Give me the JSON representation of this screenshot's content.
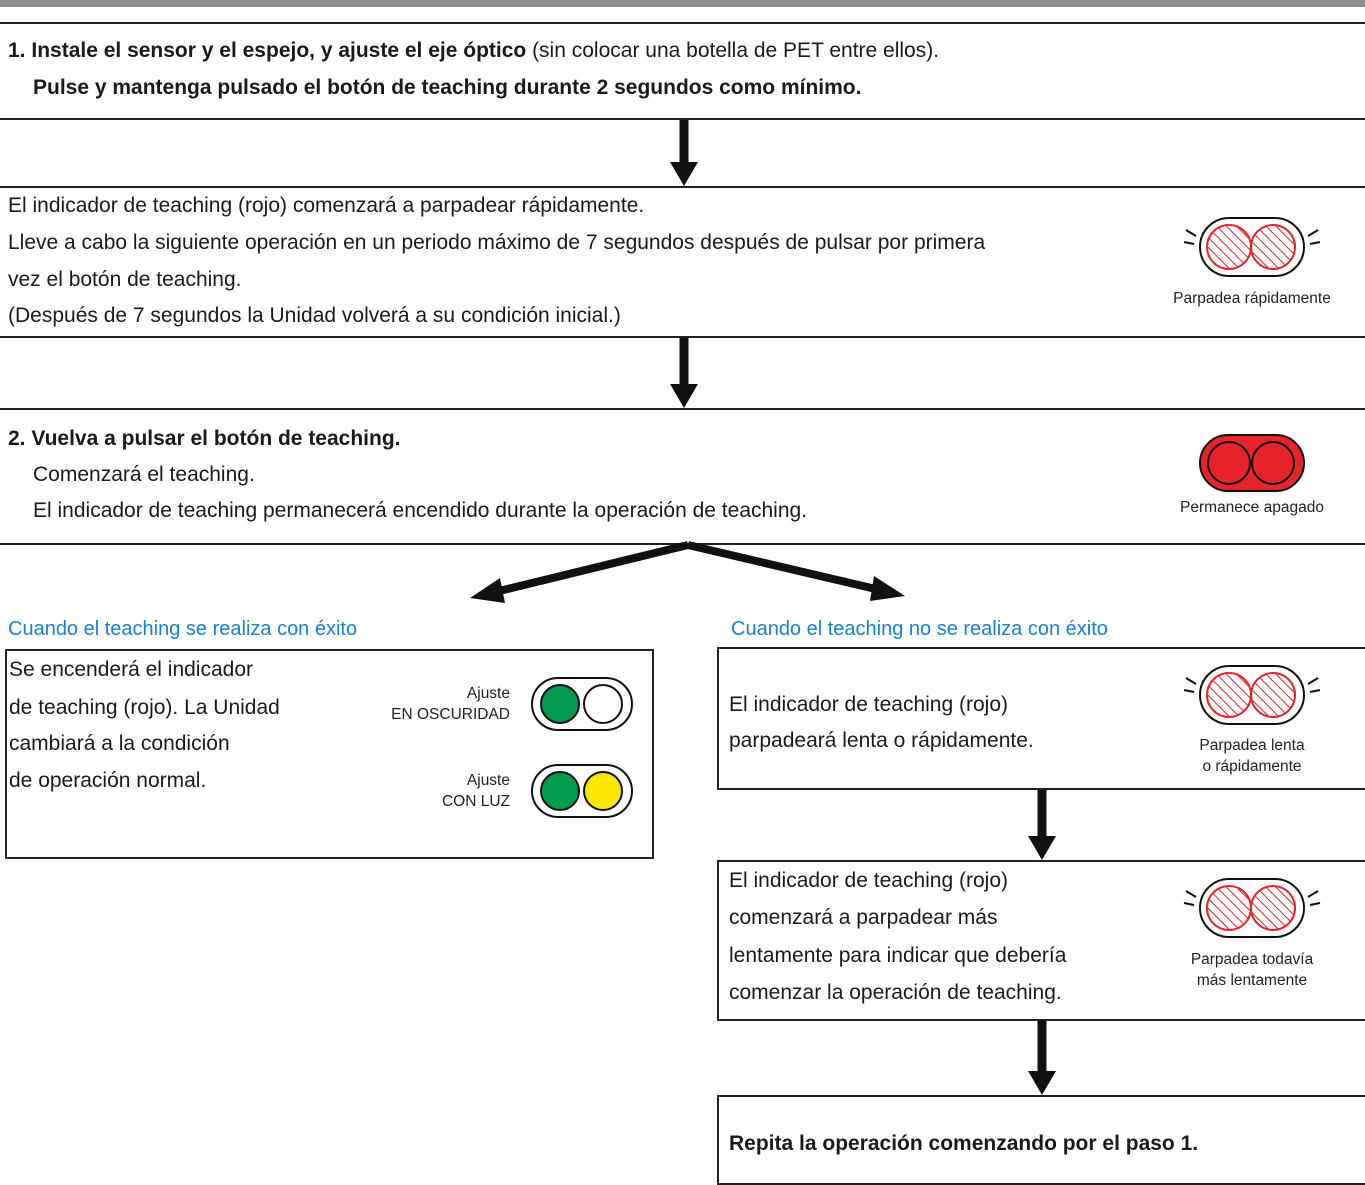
{
  "step1": {
    "number": "1.",
    "bold_text": "Instale el sensor y el espejo, y ajuste el eje óptico",
    "normal_text": " (sin colocar una botella de PET entre ellos).",
    "line2": "Pulse y mantenga pulsado el botón de teaching durante 2 segundos como mínimo."
  },
  "info_box": {
    "lines": [
      "El indicador de teaching (rojo) comenzará a parpadear rápidamente.",
      "Lleve a cabo la siguiente operación en un periodo máximo de 7 segundos después de pulsar por primera",
      "vez el botón de teaching.",
      "(Después de 7 segundos la Unidad volverá a su condición inicial.)"
    ],
    "indicator_caption": "Parpadea rápidamente"
  },
  "step2": {
    "number": "2.",
    "title": "Vuelva a pulsar el botón de teaching.",
    "lines": [
      "Comenzará el teaching.",
      "El indicador de teaching permanecerá encendido durante la operación de teaching."
    ],
    "indicator_caption": "Permanece apagado"
  },
  "success": {
    "heading": "Cuando el teaching se realiza con éxito",
    "lines": [
      "Se encenderá el indicador",
      "de teaching (rojo). La Unidad",
      "cambiará a la condición",
      "de operación normal."
    ],
    "dark_label_1": "Ajuste",
    "dark_label_2": "EN OSCURIDAD",
    "light_label_1": "Ajuste",
    "light_label_2": "CON LUZ"
  },
  "failure": {
    "heading": "Cuando el teaching no se realiza con éxito",
    "box1_lines": [
      "El indicador de teaching (rojo)",
      "parpadeará lenta o rápidamente."
    ],
    "box1_caption_1": "Parpadea lenta",
    "box1_caption_2": "o rápidamente",
    "box2_lines": [
      "El indicador de teaching (rojo)",
      "comenzará a parpadear más",
      "lentamente para indicar que debería",
      "comenzar la operación de teaching."
    ],
    "box2_caption_1": "Parpadea todavía",
    "box2_caption_2": "más lentamente",
    "box3_text": "Repita la operación comenzando por el paso 1."
  },
  "colors": {
    "red": "#e8242b",
    "green": "#009a4e",
    "yellow": "#ffe600",
    "blue_heading": "#1a7fd6",
    "hatch_red": "#e8242b"
  },
  "icons": [
    "blink-indicator-icon",
    "steady-indicator-icon",
    "green-white-indicator-icon",
    "green-yellow-indicator-icon",
    "down-arrow-icon",
    "split-arrow-icon"
  ]
}
